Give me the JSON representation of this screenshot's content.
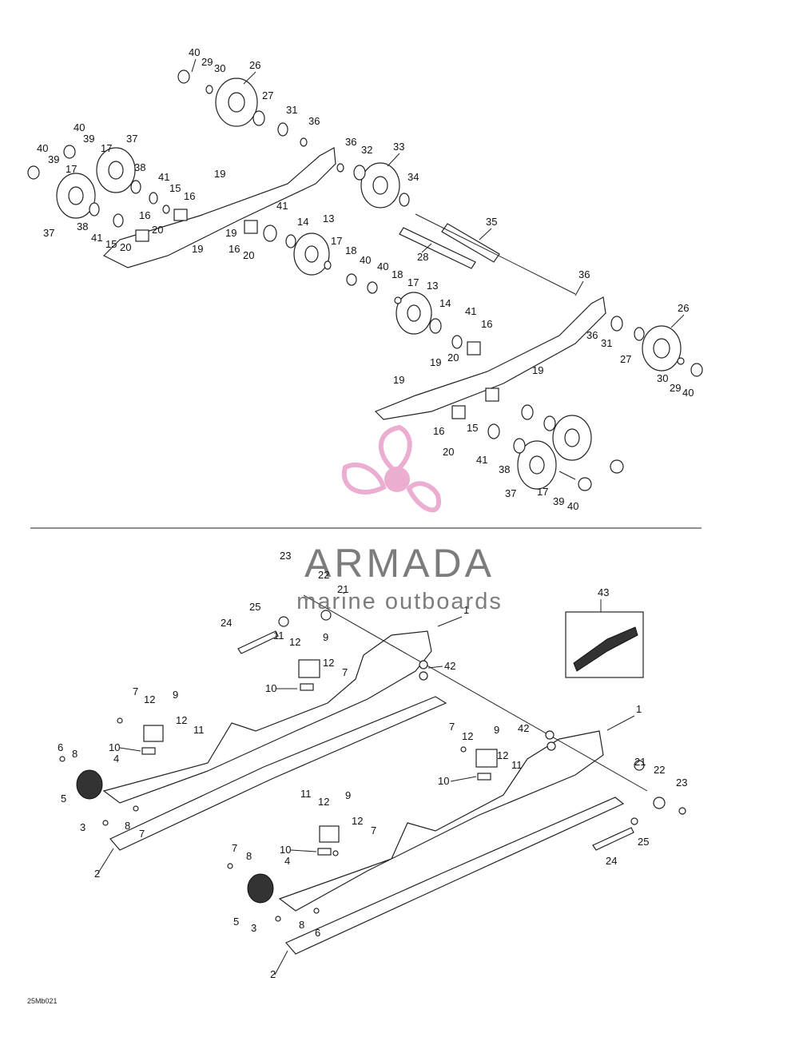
{
  "watermark": {
    "brand": "ARMADA",
    "tagline": "marine outboards",
    "logo_color": "#e8a0c8"
  },
  "drawing_code": "25Mb021",
  "callouts": {
    "c1": "1",
    "c2": "2",
    "c3": "3",
    "c4": "4",
    "c5": "5",
    "c6": "6",
    "c7": "7",
    "c8": "8",
    "c9": "9",
    "c10": "10",
    "c11": "11",
    "c12": "12",
    "c13": "13",
    "c14": "14",
    "c15": "15",
    "c16": "16",
    "c17": "17",
    "c18": "18",
    "c19": "19",
    "c20": "20",
    "c21": "21",
    "c22": "22",
    "c23": "23",
    "c24": "24",
    "c25": "25",
    "c26": "26",
    "c27": "27",
    "c28": "28",
    "c29": "29",
    "c30": "30",
    "c31": "31",
    "c32": "32",
    "c33": "33",
    "c34": "34",
    "c35": "35",
    "c36": "36",
    "c37": "37",
    "c38": "38",
    "c39": "39",
    "c40": "40",
    "c41": "41",
    "c42": "42",
    "c43": "43"
  }
}
